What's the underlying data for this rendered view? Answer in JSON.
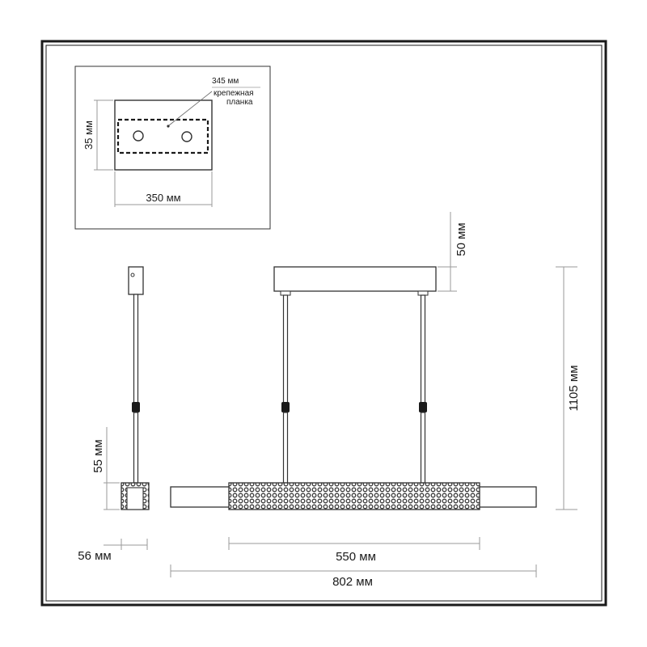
{
  "colors": {
    "frame": "#1a1a1a",
    "line": "#333333",
    "dim_line": "#9a9a9a",
    "text": "#1a1a1a",
    "pattern": "#3a3a3a"
  },
  "inset": {
    "label_width_top": "345 мм",
    "label_note_line1": "крепежная",
    "label_note_line2": "планка",
    "label_height": "35 мм",
    "label_width_bottom": "350 мм"
  },
  "dimensions": {
    "canopy_height": "50 мм",
    "total_height": "1105 мм",
    "shade_height": "55 мм",
    "shade_depth": "56 мм",
    "diffuser_length": "550 мм",
    "total_length": "802 мм"
  }
}
